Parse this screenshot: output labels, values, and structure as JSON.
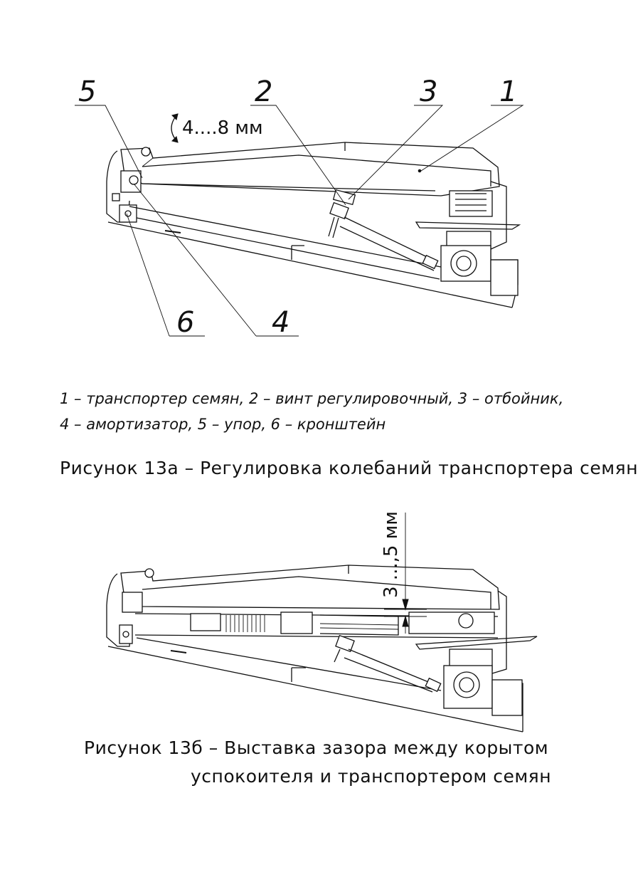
{
  "figure_a": {
    "callouts": [
      "5",
      "2",
      "3",
      "1",
      "6",
      "4"
    ],
    "oscillation_label": "4....8 мм",
    "legend_line_1": "1 – транспортер семян, 2 – винт регулировочный, 3 – отбойник,",
    "legend_line_2": "4 – амортизатор, 5 – упор, 6 – кронштейн",
    "title": "Рисунок 13а – Регулировка колебаний транспортера семян"
  },
  "figure_b": {
    "gap_label": "3 ...,5 мм",
    "title_line_1": "Рисунок 13б – Выставка зазора между корытом",
    "title_line_2": "успокоителя и транспортером семян"
  }
}
